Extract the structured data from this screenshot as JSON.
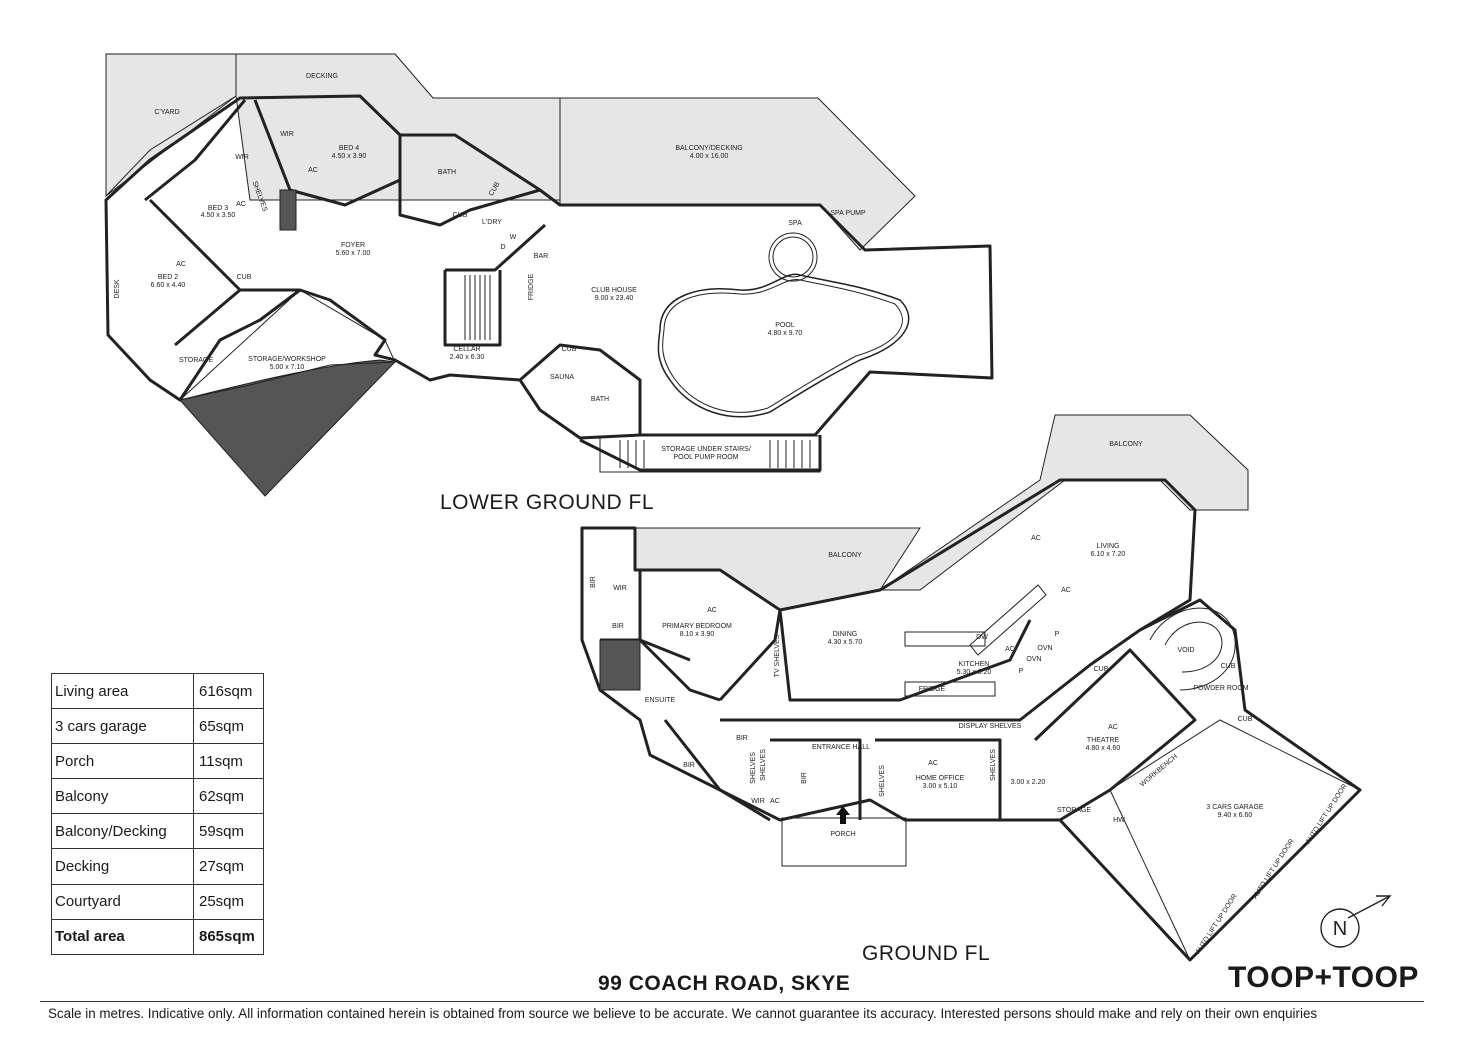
{
  "floors": {
    "lower_title": "LOWER GROUND FL",
    "ground_title": "GROUND FL"
  },
  "address": "99 COACH ROAD, SKYE",
  "brand": "TOOP+TOOP",
  "north_label": "N",
  "disclaimer": "Scale in metres. Indicative only. All information contained herein is obtained from source we believe to be accurate. We cannot guarantee its accuracy. Interested persons should make and rely on their own enquiries",
  "areas": [
    {
      "label": "Living area",
      "value": "616sqm"
    },
    {
      "label": "3 cars garage",
      "value": "65sqm"
    },
    {
      "label": "Porch",
      "value": "11sqm"
    },
    {
      "label": "Balcony",
      "value": "62sqm"
    },
    {
      "label": "Balcony/Decking",
      "value": "59sqm"
    },
    {
      "label": "Decking",
      "value": "27sqm"
    },
    {
      "label": "Courtyard",
      "value": "25sqm"
    },
    {
      "label": "Total area",
      "value": "865sqm"
    }
  ],
  "lower_rooms": {
    "decking": "DECKING",
    "cyard": "C'YARD",
    "wir1": "WIR",
    "wir2": "WIR",
    "bed4": "BED 4",
    "bed4_dim": "4.50 x 3.90",
    "bath": "BATH",
    "cub1": "CUB",
    "cub2": "CUB",
    "cub3": "CUB",
    "cub4": "CUB",
    "bed3": "BED 3",
    "bed3_dim": "4.50 x 3.50",
    "shelves": "SHELVES",
    "ldry": "L'DRY",
    "foyer": "FOYER",
    "foyer_dim": "5.60 x 7.00",
    "balcony_decking": "BALCONY/DECKING",
    "balcony_decking_dim": "4.00 x 16.00",
    "spa": "SPA",
    "spa_pump": "SPA PUMP",
    "bed2": "BED 2",
    "bed2_dim": "6.60 x 4.40",
    "desk": "DESK",
    "bar": "BAR",
    "fridge": "FRIDGE",
    "club_house": "CLUB HOUSE",
    "club_house_dim": "9.00 x 23.40",
    "pool": "POOL",
    "pool_dim": "4.80 x 9.70",
    "storage": "STORAGE",
    "storage_workshop": "STORAGE/WORKSHOP",
    "storage_workshop_dim": "5.00 x 7.10",
    "cellar": "CELLAR",
    "cellar_dim": "2.40 x 6.30",
    "sauna": "SAUNA",
    "bath2": "BATH",
    "storage_under_stairs": "STORAGE UNDER STAIRS/",
    "pool_pump_room": "POOL PUMP ROOM",
    "ac": "AC",
    "d": "D",
    "w": "W"
  },
  "ground_rooms": {
    "balcony_top": "BALCONY",
    "balcony": "BALCONY",
    "living": "LIVING",
    "living_dim": "6.10 x 7.20",
    "bir1": "BIR",
    "bir2": "BIR",
    "bir3": "BIR",
    "bir4": "BIR",
    "bir5": "BIR",
    "wir": "WIR",
    "wir2": "WIR",
    "primary_bedroom": "PRIMARY BEDROOM",
    "primary_bedroom_dim": "8.10 x 3.90",
    "tv_shelves": "TV SHELVES",
    "dining": "DINING",
    "dining_dim": "4.30 x 5.70",
    "dw": "DW",
    "kitchen": "KITCHEN",
    "kitchen_dim": "5.30 x 6.20",
    "ovn1": "OVN",
    "ovn2": "OVN",
    "p1": "P",
    "p2": "P",
    "fridge": "FRIDGE",
    "void": "VOID",
    "cub1": "CUB",
    "cub2": "CUB",
    "cub3": "CUB",
    "powder_room": "POWDER ROOM",
    "ensuite": "ENSUITE",
    "display_shelves": "DISPLAY SHELVES",
    "theatre": "THEATRE",
    "theatre_dim": "4.80 x 4.60",
    "entrance_hall": "ENTRANCE HALL",
    "shelves1": "SHELVES",
    "shelves2": "SHELVES",
    "shelves3": "SHELVES",
    "shelves4": "SHELVES",
    "home_office": "HOME OFFICE",
    "home_office_dim": "3.00 x 5.10",
    "room_dim": "3.00 x 2.20",
    "workbench": "WORKBENCH",
    "storage": "STORAGE",
    "hw": "HW",
    "garage": "3 CARS GARAGE",
    "garage_dim": "9.40 x 6.60",
    "porch": "PORCH",
    "auto_door1": "AUTO LIFT UP DOOR",
    "auto_door2": "AUTO LIFT UP DOOR",
    "auto_door3": "AUTO LIFT UP DOOR",
    "ac": "AC"
  }
}
